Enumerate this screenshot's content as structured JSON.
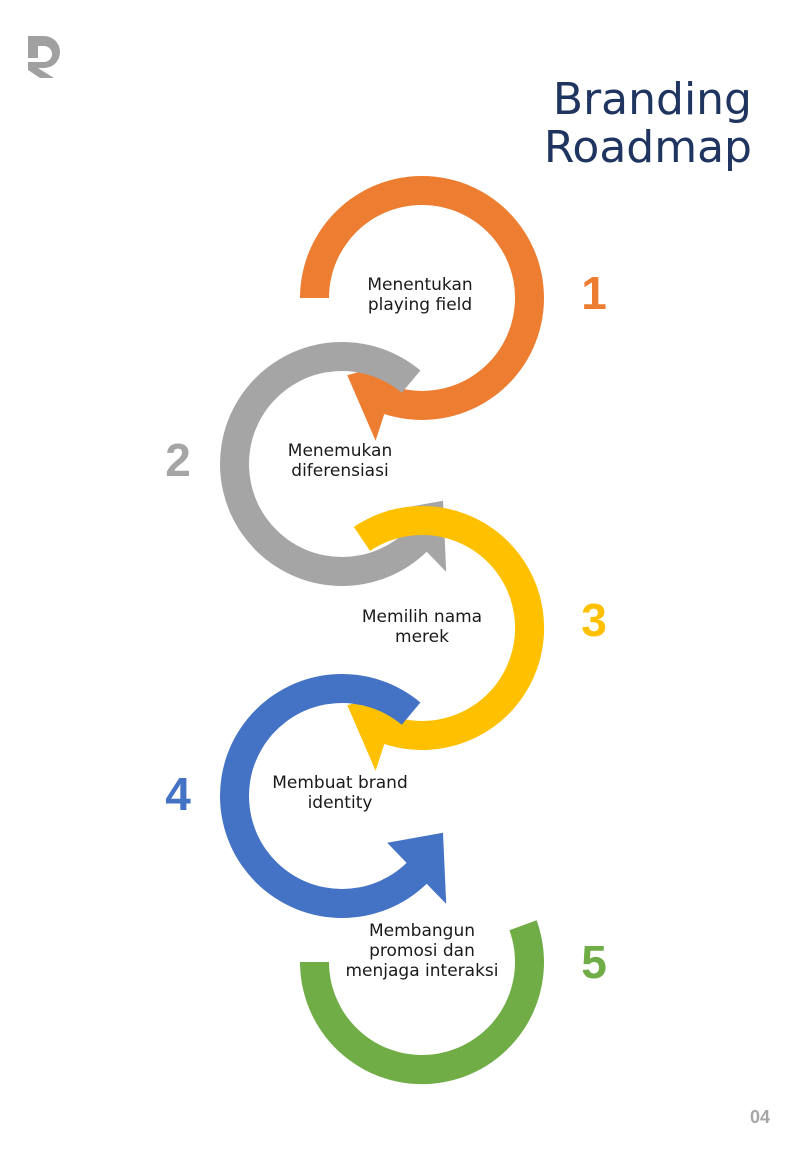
{
  "title": {
    "line1": "Branding",
    "line2": "Roadmap"
  },
  "page_number": "04",
  "colors": {
    "title": "#1f3560",
    "logo": "#a0a0a0",
    "page_number": "#a6a6a6"
  },
  "steps": [
    {
      "number": "1",
      "lines": [
        "Menentukan",
        "playing field"
      ],
      "color": "#ed7d31",
      "icon": "curved-arrow-icon"
    },
    {
      "number": "2",
      "lines": [
        "Menemukan",
        "diferensiasi"
      ],
      "color": "#a5a5a5",
      "icon": "curved-arrow-icon"
    },
    {
      "number": "3",
      "lines": [
        "Memilih nama",
        "merek"
      ],
      "color": "#ffc000",
      "icon": "curved-arrow-icon"
    },
    {
      "number": "4",
      "lines": [
        "Membuat brand",
        "identity"
      ],
      "color": "#4472c4",
      "icon": "curved-arrow-icon"
    },
    {
      "number": "5",
      "lines": [
        "Membangun",
        "promosi dan",
        "menjaga interaksi"
      ],
      "color": "#70ad47",
      "icon": "ring-icon"
    }
  ]
}
